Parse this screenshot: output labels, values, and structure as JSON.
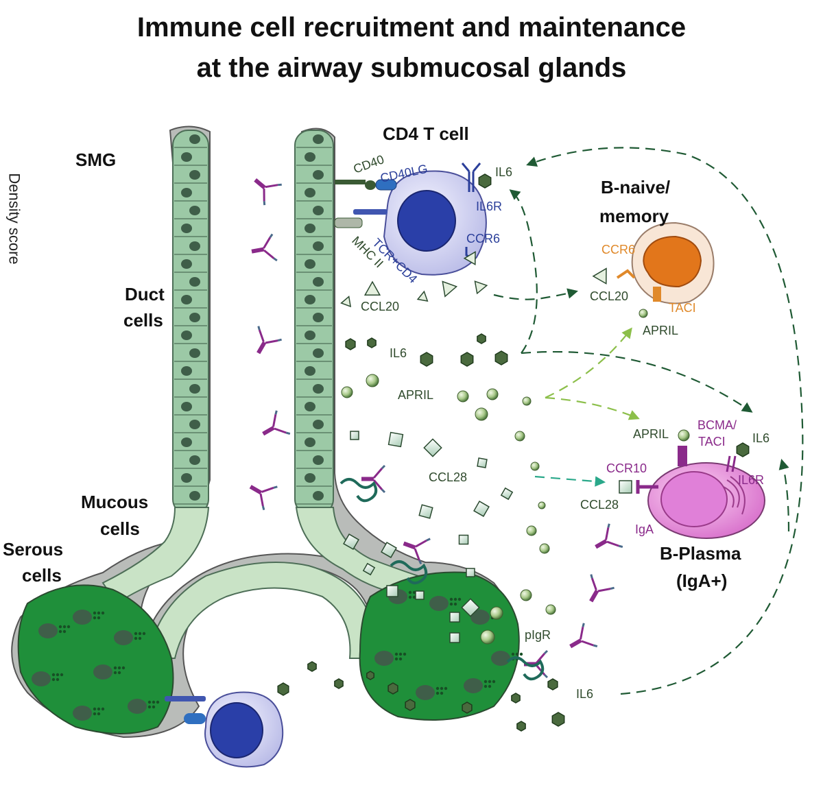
{
  "title": {
    "line1": "Immune cell recruitment and maintenance",
    "line2": "at the airway submucosal glands"
  },
  "side_label": "Density score",
  "labels": {
    "smg": "SMG",
    "duct_cells_1": "Duct",
    "duct_cells_2": "cells",
    "mucous_cells_1": "Mucous",
    "mucous_cells_2": "cells",
    "serous_cells_1": "Serous",
    "serous_cells_2": "cells",
    "cd4_t_cell": "CD4 T cell",
    "b_naive_1": "B-naive/",
    "b_naive_2": "memory",
    "b_plasma_1": "B-Plasma",
    "b_plasma_2": "(IgA+)"
  },
  "molecules": {
    "cd40": "CD40",
    "cd40lg": "CD40LG",
    "il6_top": "IL6",
    "il6r_top": "IL6R",
    "ccr6_t": "CCR6",
    "tcr_cd4": "TCR+CD4",
    "mhc_ii": "MHC II",
    "ccl20_left": "CCL20",
    "ccr6_b": "CCR6",
    "ccl20_right": "CCL20",
    "taci": "TACI",
    "april_b": "APRIL",
    "il6_mid": "IL6",
    "april_mid": "APRIL",
    "april_plasma": "APRIL",
    "bcma_taci_1": "BCMA/",
    "bcma_taci_2": "TACI",
    "il6_plasma": "IL6",
    "ccr10": "CCR10",
    "il6r_plasma": "IL6R",
    "ccl28_mid": "CCL28",
    "ccl28_plasma": "CCL28",
    "iga": "IgA",
    "pigr": "pIgR",
    "il6_bottom": "IL6"
  },
  "colors": {
    "duct": "#9cc9a6",
    "mucous": "#c9e3c6",
    "serous": "#1f8f3a",
    "nucleus": "#3f5e49",
    "t_cell": "#2a3fa8",
    "b_naive": "#e2761b",
    "plasma": "#e08ad6",
    "antibody": "#8a2a8a",
    "arrow_dark": "#1f5a34",
    "arrow_light": "#8cbf4a",
    "arrow_teal": "#2aa88a"
  }
}
